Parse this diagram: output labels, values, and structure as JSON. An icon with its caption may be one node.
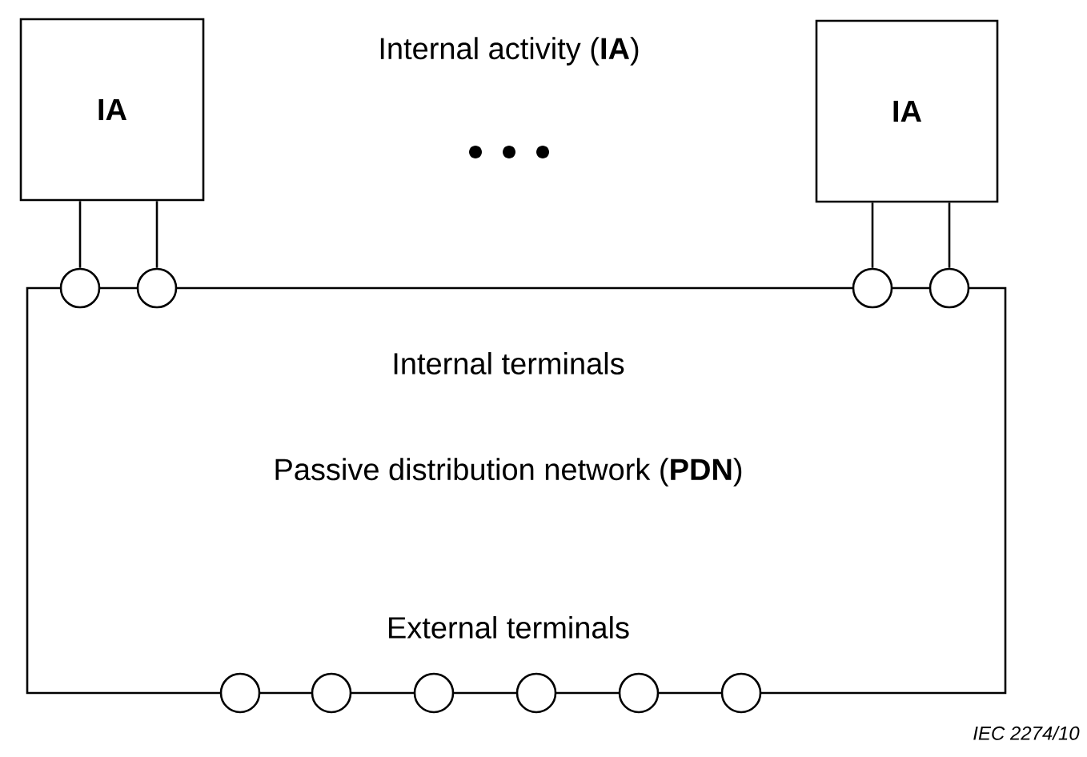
{
  "diagram": {
    "nodes": [
      {
        "text": [
          "IA"
        ]
      },
      {
        "text": [
          "IA"
        ]
      },
      {
        "text": [
          "Internal terminals",
          "Passive distribution network (**PDN**)",
          "External terminals"
        ]
      },
      {
        "text": [],
        "shape": "circle"
      },
      {
        "text": [],
        "shape": "circle"
      },
      {
        "text": [],
        "shape": "circle"
      },
      {
        "text": [],
        "shape": "circle"
      },
      {
        "text": [],
        "shape": "circle"
      },
      {
        "text": [],
        "shape": "circle"
      },
      {
        "text": [],
        "shape": "circle"
      },
      {
        "text": [],
        "shape": "circle"
      },
      {
        "text": [],
        "shape": "circle"
      },
      {
        "text": [],
        "shape": "circle"
      }
    ],
    "edges": [
      {
        "from": 0,
        "to": 3,
        "arrow": "none"
      },
      {
        "from": 0,
        "to": 4,
        "arrow": "none"
      },
      {
        "from": 1,
        "to": 5,
        "arrow": "none"
      },
      {
        "from": 1,
        "to": 6,
        "arrow": "none"
      }
    ],
    "labels": [
      "Internal activity (**IA**)",
      "IEC 2274/10"
    ]
  }
}
